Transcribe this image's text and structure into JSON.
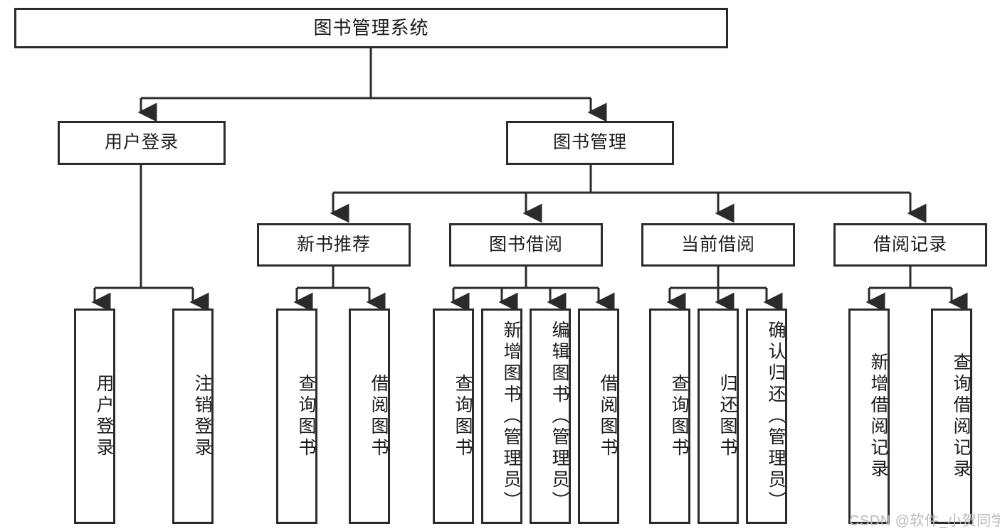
{
  "diagram": {
    "title_node": {
      "label": "图书管理系统"
    },
    "level2": [
      {
        "id": "user-login",
        "label": "用户登录"
      },
      {
        "id": "book-management",
        "label": "图书管理"
      }
    ],
    "level3": [
      {
        "id": "new-book-recommend",
        "label": "新书推荐"
      },
      {
        "id": "book-borrow",
        "label": "图书借阅"
      },
      {
        "id": "current-borrow",
        "label": "当前借阅"
      },
      {
        "id": "borrow-record",
        "label": "借阅记录"
      }
    ],
    "leaves": [
      {
        "id": "leaf-user-login",
        "label": "用户登录"
      },
      {
        "id": "leaf-logout-login",
        "label": "注销登录"
      },
      {
        "id": "leaf-query-book-1",
        "label": "查询图书"
      },
      {
        "id": "leaf-borrow-book-1",
        "label": "借阅图书"
      },
      {
        "id": "leaf-query-book-2",
        "label": "查询图书"
      },
      {
        "id": "leaf-add-book",
        "label": "新增图书（管理员）"
      },
      {
        "id": "leaf-edit-book",
        "label": "编辑图书（管理员）"
      },
      {
        "id": "leaf-borrow-book-2",
        "label": "借阅图书"
      },
      {
        "id": "leaf-query-book-3",
        "label": "查询图书"
      },
      {
        "id": "leaf-return-book",
        "label": "归还图书"
      },
      {
        "id": "leaf-confirm-return",
        "label": "确认归还（管理员）"
      },
      {
        "id": "leaf-add-borrow-record",
        "label": "新增借阅记录"
      },
      {
        "id": "leaf-query-borrow-record",
        "label": "查询借阅记录"
      }
    ]
  },
  "watermark": {
    "text": "CSDN @软件_小贺同学"
  },
  "colors": {
    "stroke": "#2b2b2b",
    "fill": "#ffffff",
    "text": "#1a1a1a",
    "watermark": "#b9b9b9"
  }
}
